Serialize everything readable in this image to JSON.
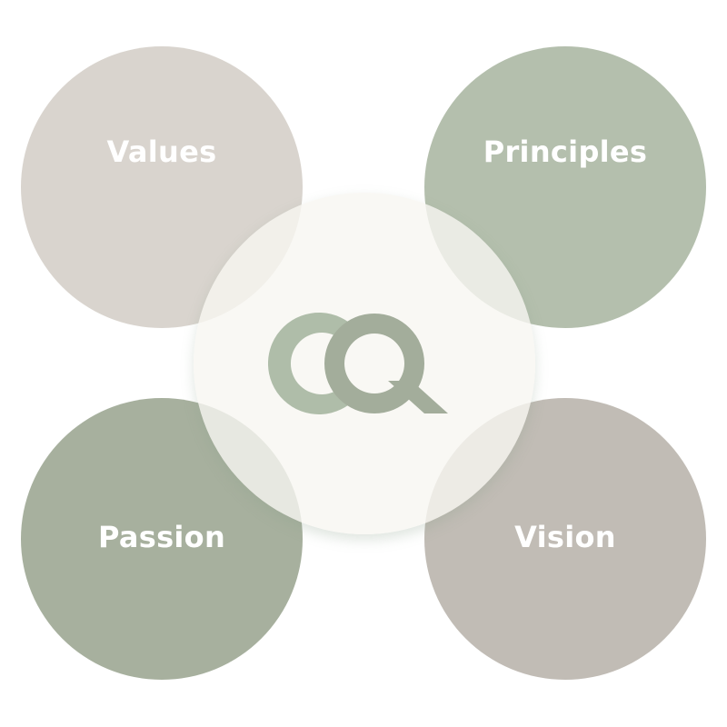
{
  "diagram": {
    "circles": [
      {
        "id": "values",
        "label": "Values",
        "color": "#d9d4ce"
      },
      {
        "id": "principles",
        "label": "Principles",
        "color": "#b4bfad"
      },
      {
        "id": "passion",
        "label": "Passion",
        "color": "#a7b09e"
      },
      {
        "id": "vision",
        "label": "Vision",
        "color": "#c1bcb5"
      }
    ],
    "center": {
      "logo_text": "CQ",
      "logo_color_c": "#afbda9",
      "logo_color_q": "#a3ad9b",
      "fill": "#f8f6f1"
    }
  }
}
